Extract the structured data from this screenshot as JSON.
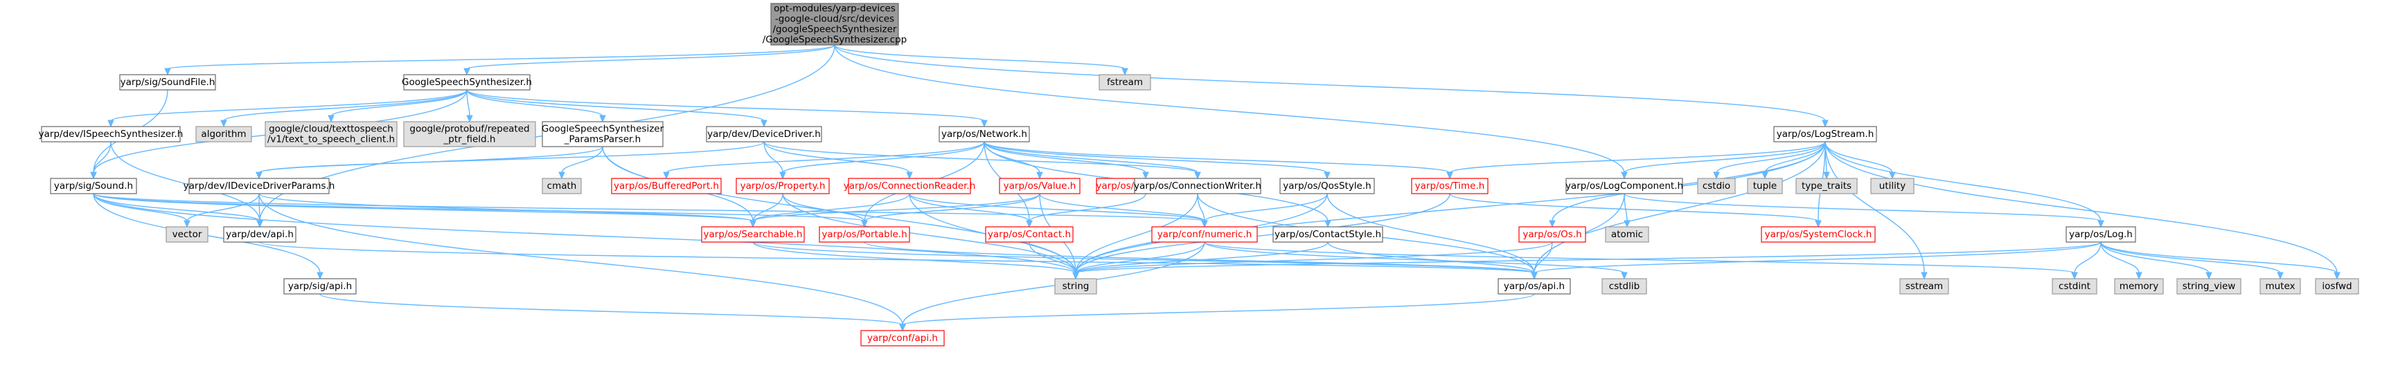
{
  "colors": {
    "root_fill": "#999999",
    "normal_fill": "#ffffff",
    "normal_stroke": "#666666",
    "missing_stroke": "#ff0000",
    "missing_text": "#ff0000",
    "external_fill": "#e0e0e0",
    "external_stroke": "#999999",
    "edge": "#63b8ff"
  },
  "nodes": [
    {
      "id": "root",
      "lines": [
        "opt-modules/yarp-devices",
        "-google-cloud/src/devices",
        "/googleSpeechSynthesizer",
        "/GoogleSpeechSynthesizer.cpp"
      ],
      "kind": "root"
    },
    {
      "id": "soundfile",
      "lines": [
        "yarp/sig/SoundFile.h"
      ],
      "kind": "normal"
    },
    {
      "id": "gss",
      "lines": [
        "GoogleSpeechSynthesizer.h"
      ],
      "kind": "normal"
    },
    {
      "id": "fstream",
      "lines": [
        "fstream"
      ],
      "kind": "external"
    },
    {
      "id": "logstream",
      "lines": [
        "yarp/os/LogStream.h"
      ],
      "kind": "normal"
    },
    {
      "id": "ispeech",
      "lines": [
        "yarp/dev/ISpeechSynthesizer.h"
      ],
      "kind": "normal"
    },
    {
      "id": "algorithm",
      "lines": [
        "algorithm"
      ],
      "kind": "external"
    },
    {
      "id": "tts",
      "lines": [
        "google/cloud/texttospeech",
        "/v1/text_to_speech_client.h"
      ],
      "kind": "external"
    },
    {
      "id": "protobuf",
      "lines": [
        "google/protobuf/repeated",
        "_ptr_field.h"
      ],
      "kind": "external"
    },
    {
      "id": "paramsparser",
      "lines": [
        "GoogleSpeechSynthesizer",
        "_ParamsParser.h"
      ],
      "kind": "normal"
    },
    {
      "id": "devicedriver",
      "lines": [
        "yarp/dev/DeviceDriver.h"
      ],
      "kind": "normal"
    },
    {
      "id": "network",
      "lines": [
        "yarp/os/Network.h"
      ],
      "kind": "normal"
    },
    {
      "id": "sound",
      "lines": [
        "yarp/sig/Sound.h"
      ],
      "kind": "normal"
    },
    {
      "id": "cmath",
      "lines": [
        "cmath"
      ],
      "kind": "external"
    },
    {
      "id": "idriverparams",
      "lines": [
        "yarp/dev/IDeviceDriverParams.h"
      ],
      "kind": "normal"
    },
    {
      "id": "bufferedport",
      "lines": [
        "yarp/os/BufferedPort.h"
      ],
      "kind": "missing"
    },
    {
      "id": "property",
      "lines": [
        "yarp/os/Property.h"
      ],
      "kind": "missing"
    },
    {
      "id": "connreader",
      "lines": [
        "yarp/os/ConnectionReader.h"
      ],
      "kind": "missing"
    },
    {
      "id": "value",
      "lines": [
        "yarp/os/Value.h"
      ],
      "kind": "missing"
    },
    {
      "id": "namestore",
      "lines": [
        "yarp/os/NameStore.h"
      ],
      "kind": "missing"
    },
    {
      "id": "connwriter",
      "lines": [
        "yarp/os/ConnectionWriter.h"
      ],
      "kind": "normal"
    },
    {
      "id": "qosstyle",
      "lines": [
        "yarp/os/QosStyle.h"
      ],
      "kind": "normal"
    },
    {
      "id": "time",
      "lines": [
        "yarp/os/Time.h"
      ],
      "kind": "missing"
    },
    {
      "id": "logcomponent",
      "lines": [
        "yarp/os/LogComponent.h"
      ],
      "kind": "normal"
    },
    {
      "id": "cstdio",
      "lines": [
        "cstdio"
      ],
      "kind": "external"
    },
    {
      "id": "tuple",
      "lines": [
        "tuple"
      ],
      "kind": "external"
    },
    {
      "id": "typetraits",
      "lines": [
        "type_traits"
      ],
      "kind": "external"
    },
    {
      "id": "utility",
      "lines": [
        "utility"
      ],
      "kind": "external"
    },
    {
      "id": "vector",
      "lines": [
        "vector"
      ],
      "kind": "external"
    },
    {
      "id": "devapi",
      "lines": [
        "yarp/dev/api.h"
      ],
      "kind": "normal"
    },
    {
      "id": "searchable",
      "lines": [
        "yarp/os/Searchable.h"
      ],
      "kind": "missing"
    },
    {
      "id": "portable",
      "lines": [
        "yarp/os/Portable.h"
      ],
      "kind": "missing"
    },
    {
      "id": "contact",
      "lines": [
        "yarp/os/Contact.h"
      ],
      "kind": "missing"
    },
    {
      "id": "numeric",
      "lines": [
        "yarp/conf/numeric.h"
      ],
      "kind": "missing"
    },
    {
      "id": "contactstyle",
      "lines": [
        "yarp/os/ContactStyle.h"
      ],
      "kind": "normal"
    },
    {
      "id": "atomic",
      "lines": [
        "atomic"
      ],
      "kind": "external"
    },
    {
      "id": "oslib",
      "lines": [
        "yarp/os/Os.h"
      ],
      "kind": "missing"
    },
    {
      "id": "systemclock",
      "lines": [
        "yarp/os/SystemClock.h"
      ],
      "kind": "missing"
    },
    {
      "id": "log",
      "lines": [
        "yarp/os/Log.h"
      ],
      "kind": "normal"
    },
    {
      "id": "sigapi",
      "lines": [
        "yarp/sig/api.h"
      ],
      "kind": "normal"
    },
    {
      "id": "string",
      "lines": [
        "string"
      ],
      "kind": "external"
    },
    {
      "id": "osapi",
      "lines": [
        "yarp/os/api.h"
      ],
      "kind": "normal"
    },
    {
      "id": "cstdlib",
      "lines": [
        "cstdlib"
      ],
      "kind": "external"
    },
    {
      "id": "sstream",
      "lines": [
        "sstream"
      ],
      "kind": "external"
    },
    {
      "id": "cstdint",
      "lines": [
        "cstdint"
      ],
      "kind": "external"
    },
    {
      "id": "memory",
      "lines": [
        "memory"
      ],
      "kind": "external"
    },
    {
      "id": "stringview",
      "lines": [
        "string_view"
      ],
      "kind": "external"
    },
    {
      "id": "mutex",
      "lines": [
        "mutex"
      ],
      "kind": "external"
    },
    {
      "id": "iosfwd",
      "lines": [
        "iosfwd"
      ],
      "kind": "external"
    },
    {
      "id": "confapi",
      "lines": [
        "yarp/conf/api.h"
      ],
      "kind": "missing"
    }
  ],
  "edges": [
    [
      "root",
      "soundfile"
    ],
    [
      "root",
      "gss"
    ],
    [
      "root",
      "fstream"
    ],
    [
      "root",
      "logstream"
    ],
    [
      "root",
      "devapi"
    ],
    [
      "root",
      "logcomponent"
    ],
    [
      "soundfile",
      "sound"
    ],
    [
      "gss",
      "ispeech"
    ],
    [
      "gss",
      "algorithm"
    ],
    [
      "gss",
      "tts"
    ],
    [
      "gss",
      "protobuf"
    ],
    [
      "gss",
      "paramsparser"
    ],
    [
      "gss",
      "devicedriver"
    ],
    [
      "gss",
      "network"
    ],
    [
      "gss",
      "sound"
    ],
    [
      "ispeech",
      "sound"
    ],
    [
      "ispeech",
      "devapi"
    ],
    [
      "paramsparser",
      "idriverparams"
    ],
    [
      "paramsparser",
      "cmath"
    ],
    [
      "paramsparser",
      "searchable"
    ],
    [
      "paramsparser",
      "string"
    ],
    [
      "devicedriver",
      "property"
    ],
    [
      "devicedriver",
      "connreader"
    ],
    [
      "devicedriver",
      "connwriter"
    ],
    [
      "devicedriver",
      "idriverparams"
    ],
    [
      "network",
      "bufferedport"
    ],
    [
      "network",
      "property"
    ],
    [
      "network",
      "value"
    ],
    [
      "network",
      "namestore"
    ],
    [
      "network",
      "connwriter"
    ],
    [
      "network",
      "qosstyle"
    ],
    [
      "network",
      "time"
    ],
    [
      "network",
      "contact"
    ],
    [
      "network",
      "portable"
    ],
    [
      "network",
      "contactstyle"
    ],
    [
      "sound",
      "vector"
    ],
    [
      "sound",
      "devapi"
    ],
    [
      "sound",
      "searchable"
    ],
    [
      "sound",
      "portable"
    ],
    [
      "sound",
      "sigapi"
    ],
    [
      "sound",
      "string"
    ],
    [
      "sound",
      "numeric"
    ],
    [
      "idriverparams",
      "vector"
    ],
    [
      "idriverparams",
      "devapi"
    ],
    [
      "idriverparams",
      "searchable"
    ],
    [
      "idriverparams",
      "confapi"
    ],
    [
      "property",
      "searchable"
    ],
    [
      "property",
      "portable"
    ],
    [
      "property",
      "string"
    ],
    [
      "connreader",
      "searchable"
    ],
    [
      "connreader",
      "contact"
    ],
    [
      "connreader",
      "numeric"
    ],
    [
      "connreader",
      "string"
    ],
    [
      "value",
      "searchable"
    ],
    [
      "value",
      "portable"
    ],
    [
      "value",
      "string"
    ],
    [
      "value",
      "numeric"
    ],
    [
      "namestore",
      "contact"
    ],
    [
      "connwriter",
      "numeric"
    ],
    [
      "connwriter",
      "string"
    ],
    [
      "connwriter",
      "osapi"
    ],
    [
      "qosstyle",
      "numeric"
    ],
    [
      "qosstyle",
      "string"
    ],
    [
      "qosstyle",
      "osapi"
    ],
    [
      "time",
      "string"
    ],
    [
      "time",
      "systemclock"
    ],
    [
      "logcomponent",
      "atomic"
    ],
    [
      "logcomponent",
      "log"
    ],
    [
      "logcomponent",
      "osapi"
    ],
    [
      "logstream",
      "time"
    ],
    [
      "logstream",
      "logcomponent"
    ],
    [
      "logstream",
      "cstdio"
    ],
    [
      "logstream",
      "tuple"
    ],
    [
      "logstream",
      "typetraits"
    ],
    [
      "logstream",
      "utility"
    ],
    [
      "logstream",
      "oslib"
    ],
    [
      "logstream",
      "systemclock"
    ],
    [
      "logstream",
      "log"
    ],
    [
      "logstream",
      "string"
    ],
    [
      "logstream",
      "sstream"
    ],
    [
      "logstream",
      "iosfwd"
    ],
    [
      "logstream",
      "osapi"
    ],
    [
      "devapi",
      "osapi"
    ],
    [
      "searchable",
      "string"
    ],
    [
      "searchable",
      "osapi"
    ],
    [
      "portable",
      "osapi"
    ],
    [
      "contact",
      "string"
    ],
    [
      "numeric",
      "string"
    ],
    [
      "numeric",
      "cstdlib"
    ],
    [
      "numeric",
      "cstdint"
    ],
    [
      "numeric",
      "confapi"
    ],
    [
      "contactstyle",
      "string"
    ],
    [
      "contactstyle",
      "osapi"
    ],
    [
      "oslib",
      "string"
    ],
    [
      "oslib",
      "osapi"
    ],
    [
      "log",
      "cstdint"
    ],
    [
      "log",
      "memory"
    ],
    [
      "log",
      "stringview"
    ],
    [
      "log",
      "mutex"
    ],
    [
      "log",
      "iosfwd"
    ],
    [
      "log",
      "osapi"
    ],
    [
      "log",
      "string"
    ],
    [
      "sigapi",
      "confapi"
    ],
    [
      "osapi",
      "confapi"
    ]
  ]
}
